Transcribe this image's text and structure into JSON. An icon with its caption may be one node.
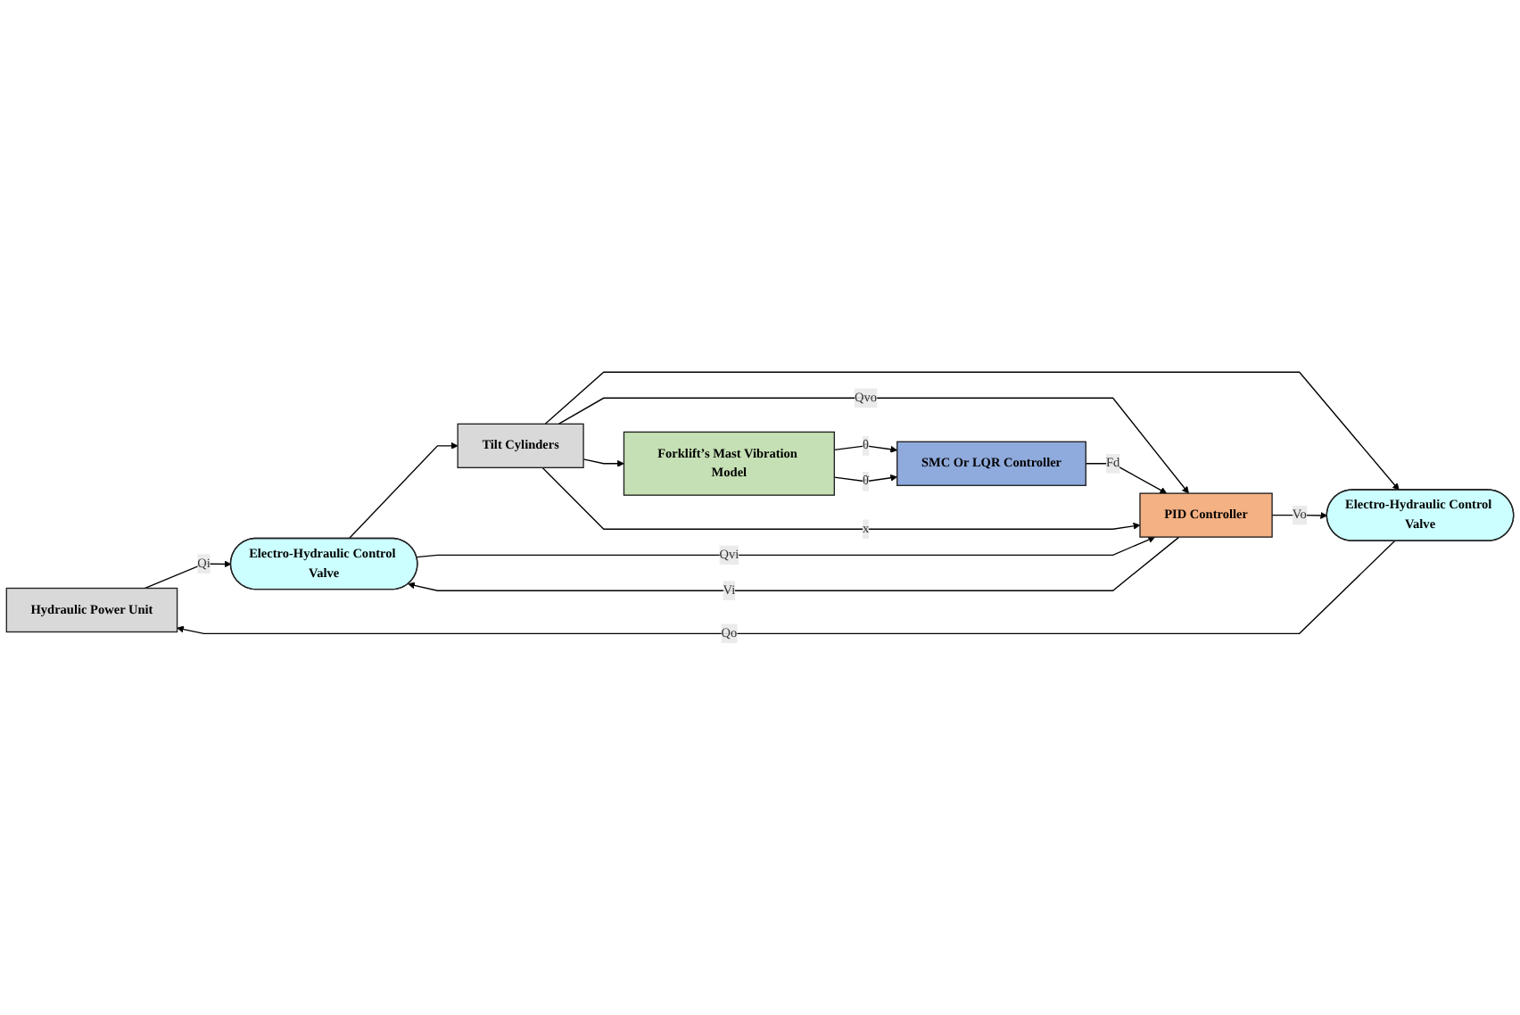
{
  "diagram": {
    "nodes": [
      {
        "text": [
          "Hydraulic Power Unit"
        ]
      },
      {
        "text": [
          "Electro-Hydraulic Control Valve"
        ]
      },
      {
        "text": [
          "PID Controller"
        ]
      },
      {
        "text": [
          "Electro-Hydraulic Control Valve"
        ]
      },
      {
        "text": [
          "Tilt Cylinders"
        ]
      },
      {
        "text": [
          "Forklift’s Mast Vibration Model"
        ]
      },
      {
        "text": [
          "SMC Or  LQR Controller"
        ]
      }
    ],
    "edges": [
      {
        "from": 0,
        "to": 3,
        "arrow": "to",
        "label": "Qi"
      },
      {
        "from": 1,
        "to": 0,
        "arrow": "to",
        "label": "Qo"
      },
      {
        "from": 4,
        "to": 1,
        "arrow": "to"
      },
      {
        "from": 4,
        "to": 2,
        "arrow": "to",
        "label": "Qvo"
      },
      {
        "from": 2,
        "to": 1,
        "arrow": "to",
        "label": "Vo"
      },
      {
        "from": 2,
        "to": 3,
        "arrow": "to",
        "label": "Vi"
      },
      {
        "from": 3,
        "to": 4,
        "arrow": "to"
      },
      {
        "from": 3,
        "to": 2,
        "arrow": "to",
        "label": "Qvi"
      },
      {
        "from": 4,
        "to": 5,
        "arrow": "to"
      },
      {
        "from": 4,
        "to": 2,
        "arrow": "to",
        "label": "x"
      },
      {
        "from": 5,
        "to": 6,
        "arrow": "to",
        "label": "θ"
      },
      {
        "from": 5,
        "to": 6,
        "arrow": "to",
        "label": "θ̇"
      },
      {
        "from": 6,
        "to": 2,
        "arrow": "to",
        "label": "Fd"
      }
    ]
  }
}
